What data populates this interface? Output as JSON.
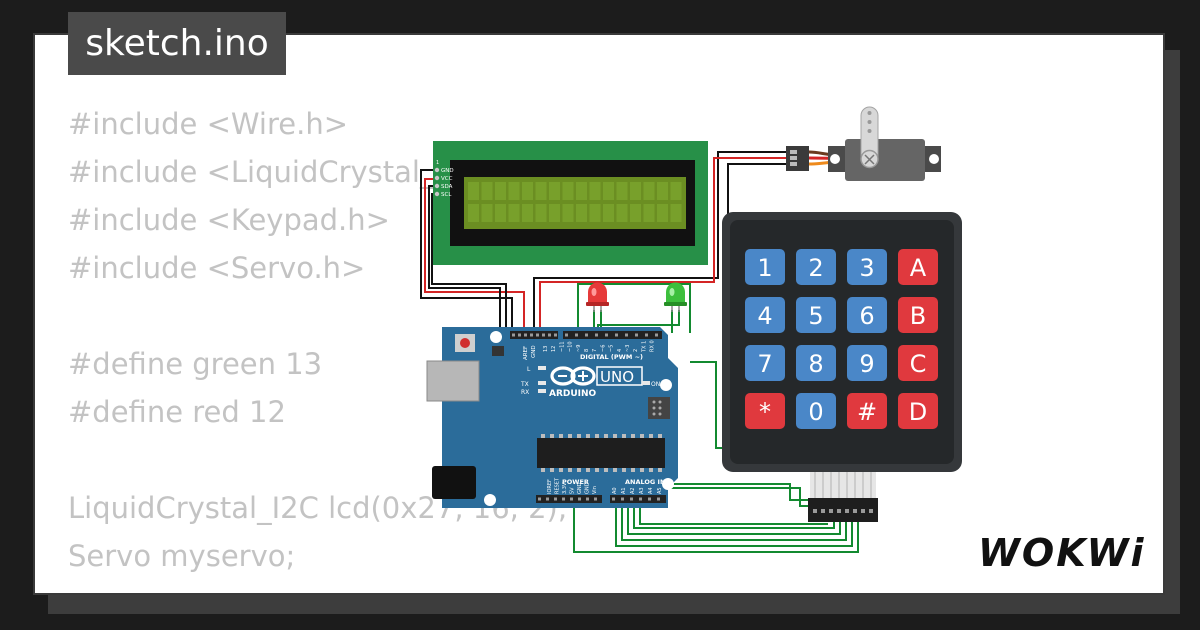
{
  "filename": "sketch.ino",
  "code_lines": [
    "#include <Wire.h>",
    "#include <LiquidCrystal_I2C.h>",
    "#include <Keypad.h>",
    "#include <Servo.h>",
    "",
    "#define green 13",
    "#define red 12",
    "",
    "LiquidCrystal_I2C lcd(0x27, 16, 2);",
    "Servo myservo;"
  ],
  "keypad": {
    "rows": [
      [
        "1",
        "2",
        "3",
        "A"
      ],
      [
        "4",
        "5",
        "6",
        "B"
      ],
      [
        "7",
        "8",
        "9",
        "C"
      ],
      [
        "*",
        "0",
        "#",
        "D"
      ]
    ]
  },
  "lcd": {
    "pins": [
      "GND",
      "VCC",
      "SDA",
      "SCL"
    ]
  },
  "arduino": {
    "brand": "ARDUINO",
    "model": "UNO",
    "digital_label": "DIGITAL (PWM ~)",
    "power_label": "POWER",
    "analog_label": "ANALOG IN",
    "aref": "AREF",
    "gnd": "GND",
    "on": "ON",
    "l": "L",
    "tx": "TX",
    "rx": "RX",
    "digital_pins": [
      "13",
      "12",
      "~11",
      "~10",
      "~9",
      "8",
      "7",
      "~6",
      "~5",
      "4",
      "~3",
      "2",
      "TX 1",
      "RX 0"
    ],
    "power_pins": [
      "IOREF",
      "RESET",
      "3.3V",
      "5V",
      "GND",
      "GND",
      "Vin"
    ],
    "analog_pins": [
      "A0",
      "A1",
      "A2",
      "A3",
      "A4",
      "A5"
    ]
  },
  "logo_text": "WOKWi",
  "colors": {
    "board": "#2b6c9a",
    "lcd_pcb": "#279048",
    "lcd_screen": "#6b8e22",
    "key_blue": "#4a87c8",
    "key_red": "#e0393e",
    "keypad_body": "#35383b",
    "wire_green": "#138a30",
    "wire_red": "#d42525",
    "wire_black": "#111111"
  }
}
